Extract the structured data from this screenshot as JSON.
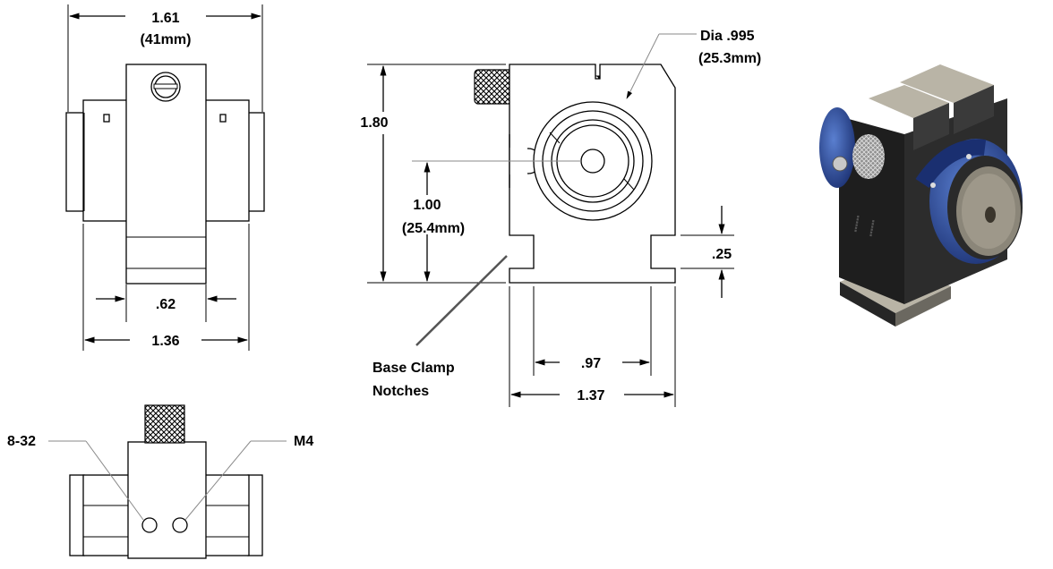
{
  "top_view": {
    "width_in": "1.61",
    "width_mm": "(41mm)",
    "slot_width": ".62",
    "base_width": "1.36"
  },
  "front_view": {
    "bore_dia": "Dia .995",
    "bore_dia_mm": "(25.3mm)",
    "height": "1.80",
    "center_height": "1.00",
    "center_height_mm": "(25.4mm)",
    "notch_height": ".25",
    "notch_spacing": ".97",
    "base_length": "1.37",
    "notch_label_line1": "Base Clamp",
    "notch_label_line2": "Notches"
  },
  "bottom_view": {
    "hole_left": "8-32",
    "hole_right": "M4"
  },
  "render": {
    "accent_blue": "#2a4aa0",
    "body_black": "#1e1e1e",
    "cap_grey": "#b9b4a6"
  }
}
